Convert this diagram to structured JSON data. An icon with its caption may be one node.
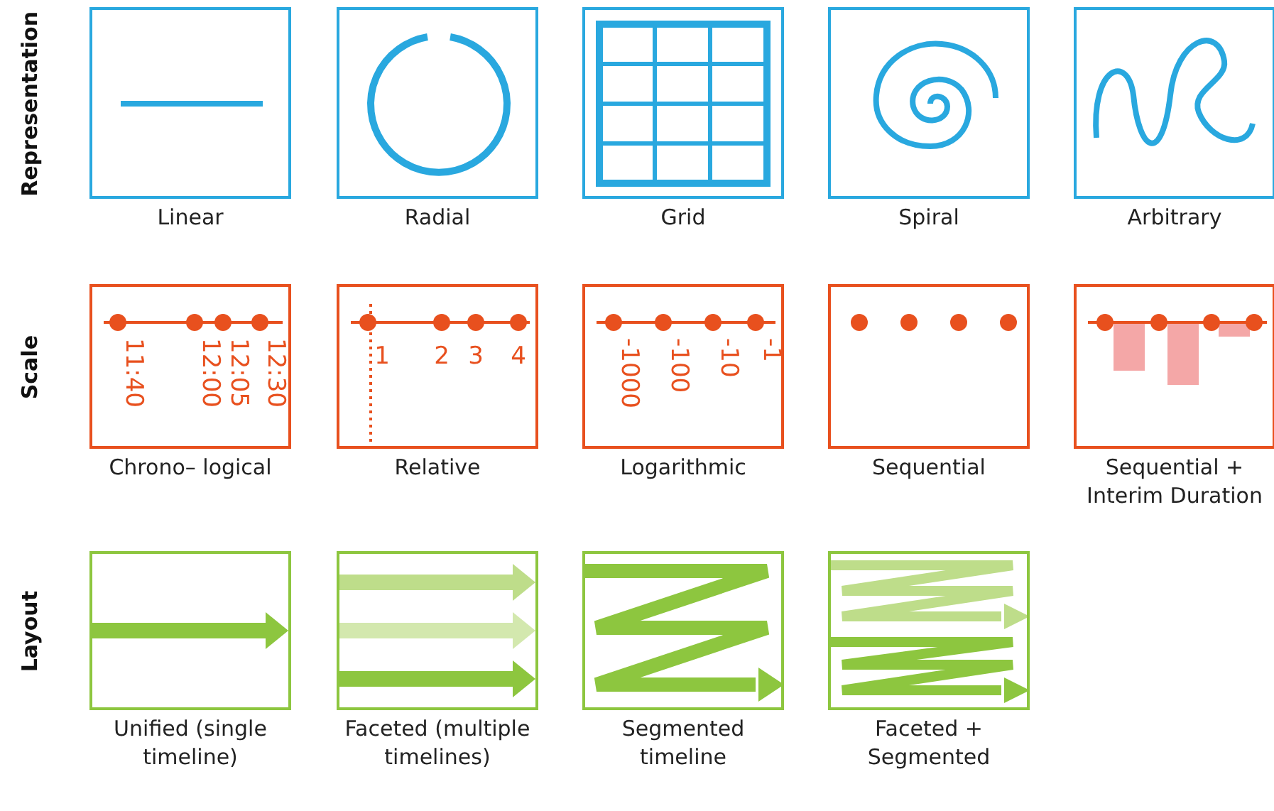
{
  "diagram": {
    "nodes": [
      {
        "text": [
          "Linear"
        ]
      },
      {
        "text": [
          "Radial"
        ]
      },
      {
        "text": [
          "Grid"
        ]
      },
      {
        "text": [
          "Spiral"
        ]
      },
      {
        "text": [
          "Arbitrary"
        ]
      },
      {
        "text": [
          "Chrono– logical",
          "11:40",
          "12:00",
          "12:05",
          "12:30"
        ]
      },
      {
        "text": [
          "Relative",
          "1",
          "2",
          "3",
          "4"
        ]
      },
      {
        "text": [
          "Logarithmic",
          "-1000",
          "-100",
          "-10",
          "-1"
        ]
      },
      {
        "text": [
          "Sequential"
        ]
      },
      {
        "text": [
          "Sequential + Interim Duration"
        ]
      },
      {
        "text": [
          "Unified (single timeline)"
        ]
      },
      {
        "text": [
          "Faceted (multiple timelines)"
        ]
      },
      {
        "text": [
          "Segmented timeline"
        ]
      },
      {
        "text": [
          "Faceted + Segmented"
        ]
      }
    ],
    "labels": [
      "Representation",
      "Scale",
      "Layout"
    ]
  }
}
